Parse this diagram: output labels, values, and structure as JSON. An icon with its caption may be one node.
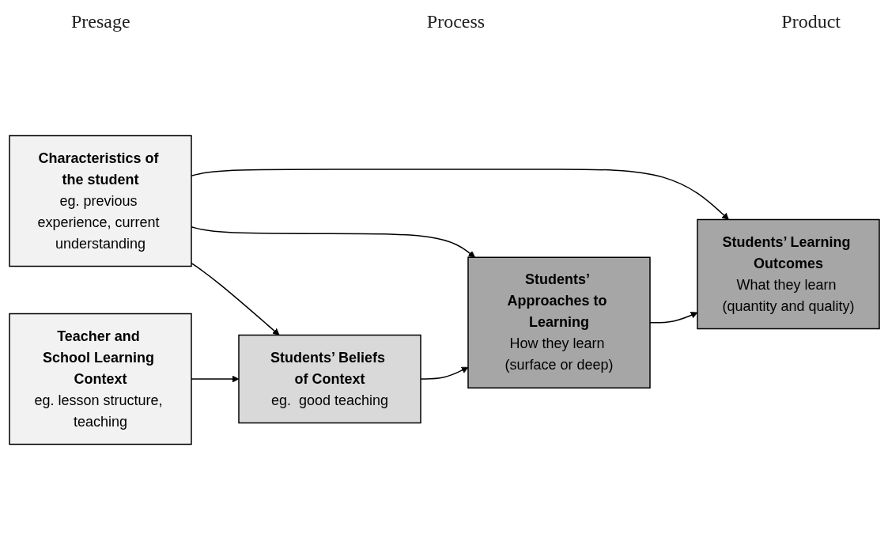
{
  "diagram": {
    "nodes": [
      {
        "text": [
          "Characteristics of the student",
          "eg. previous experience, current understanding"
        ]
      },
      {
        "text": [
          "Teacher and School Learning Context",
          "eg. lesson structure, teaching"
        ]
      },
      {
        "text": [
          "Students’ Beliefs of Context",
          "eg.  good teaching"
        ]
      },
      {
        "text": [
          "Students’ Approaches to Learning",
          "How they learn (surface or deep)"
        ]
      },
      {
        "text": [
          "Students’ Learning Outcomes",
          "What they learn (quantity and quality)"
        ]
      }
    ],
    "edges": [
      {
        "from": 0,
        "to": 2,
        "arrow": "to"
      },
      {
        "from": 0,
        "to": 3,
        "arrow": "to"
      },
      {
        "from": 0,
        "to": 4,
        "arrow": "to"
      },
      {
        "from": 1,
        "to": 2,
        "arrow": "to"
      },
      {
        "from": 2,
        "to": 3,
        "arrow": "to"
      },
      {
        "from": 3,
        "to": 4,
        "arrow": "to"
      }
    ],
    "labels": [
      "Presage",
      "Process",
      "Product"
    ]
  }
}
